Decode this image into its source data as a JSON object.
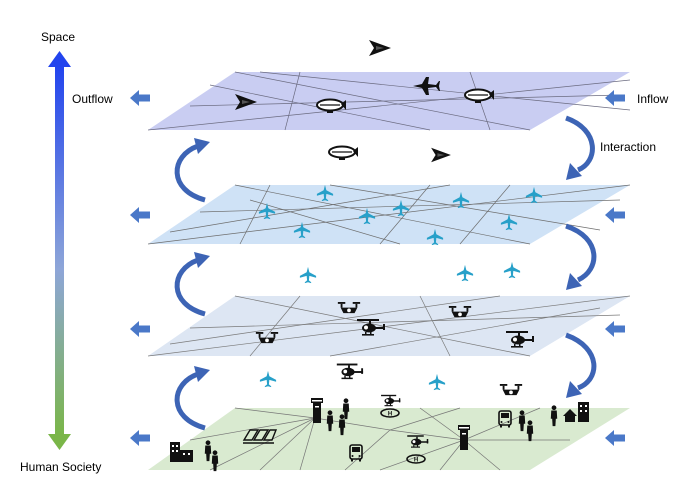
{
  "labels": {
    "space": "Space",
    "human_society": "Human Society",
    "outflow": "Outflow",
    "inflow": "Inflow",
    "interaction": "Interaction"
  },
  "layers": [
    {
      "name": "top",
      "fill": "#c9cdf2"
    },
    {
      "name": "upper",
      "fill": "#cfe2f6"
    },
    {
      "name": "lower",
      "fill": "#dde6f3"
    },
    {
      "name": "ground",
      "fill": "#d9ead0"
    }
  ],
  "colors": {
    "arrow": "#4a78c8",
    "curved_arrow": "#3d64b5",
    "axis_top": "#2244ee",
    "axis_bottom": "#7ab648",
    "aircraft_cyan": "#27a0c9",
    "icon_dark": "#111111"
  },
  "icons": [
    "stealth-bomber-icon",
    "fighter-jet-icon",
    "airship-icon",
    "airplane-icon",
    "drone-icon",
    "helicopter-icon",
    "building-icon",
    "person-icon",
    "bus-icon",
    "control-tower-icon",
    "helipad-icon",
    "train-icon"
  ]
}
